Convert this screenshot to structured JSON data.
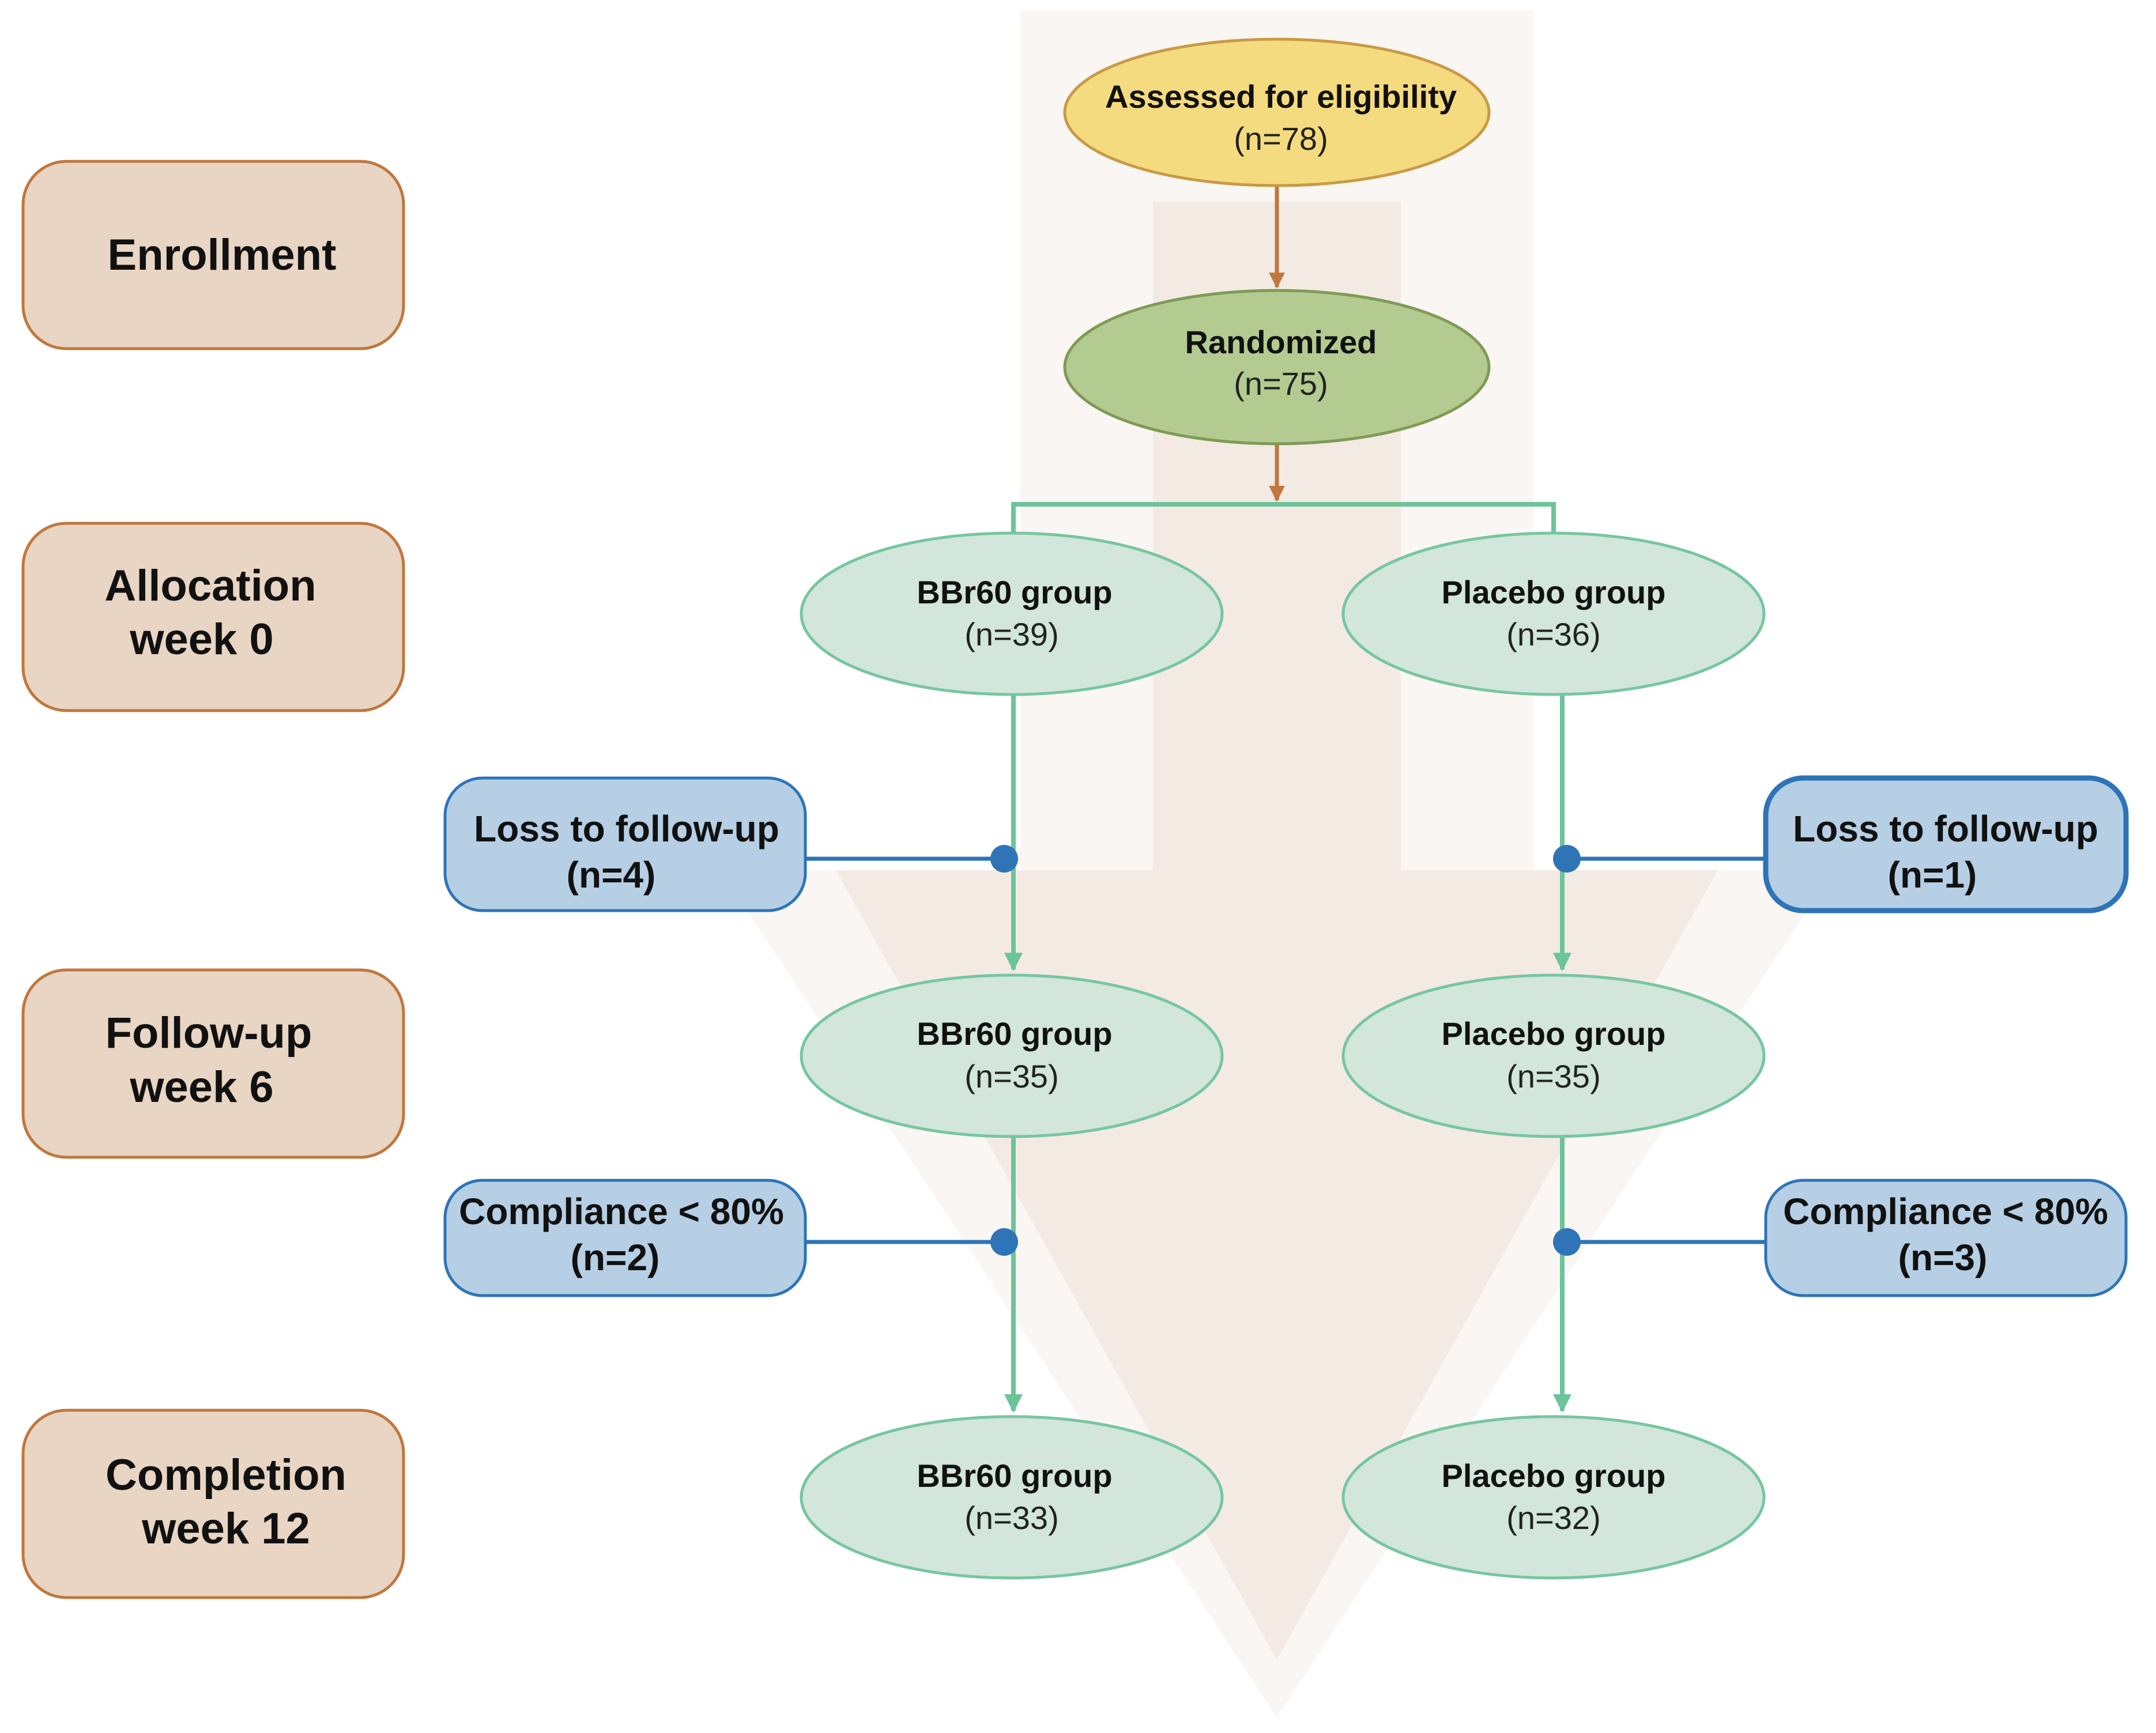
{
  "stages": {
    "enrollment": "Enrollment",
    "allocation": [
      "Allocation",
      "week 0"
    ],
    "followup": [
      "Follow-up",
      "week 6"
    ],
    "completion": [
      "Completion",
      "week 12"
    ]
  },
  "nodes": {
    "assessed": {
      "label": "Assessed for eligibility",
      "n": "(n=78)"
    },
    "randomized": {
      "label": "Randomized",
      "n": "(n=75)"
    },
    "bbr_alloc": {
      "label": "BBr60 group",
      "n": "(n=39)"
    },
    "placebo_alloc": {
      "label": "Placebo group",
      "n": "(n=36)"
    },
    "bbr_followup": {
      "label": "BBr60 group",
      "n": "(n=35)"
    },
    "placebo_followup": {
      "label": "Placebo group",
      "n": "(n=35)"
    },
    "bbr_completion": {
      "label": "BBr60 group",
      "n": "(n=33)"
    },
    "placebo_completion": {
      "label": "Placebo group",
      "n": "(n=32)"
    }
  },
  "exclusions": {
    "loss_left": {
      "label": "Loss to follow-up",
      "n": "(n=4)"
    },
    "loss_right": {
      "label": "Loss to follow-up",
      "n": "(n=1)"
    },
    "compliance_left": {
      "label": "Compliance < 80%",
      "n": "(n=2)"
    },
    "compliance_right": {
      "label": "Compliance < 80%",
      "n": "(n=3)"
    }
  },
  "colors": {
    "stage_fill": "#E8D5C3",
    "stage_stroke": "#C0773E",
    "assessed_fill": "#F5DB7F",
    "assessed_stroke": "#C99A45",
    "randomized_fill": "#B3CB90",
    "randomized_stroke": "#7E9A55",
    "group_fill": "#D2E6DB",
    "group_stroke": "#76C6A0",
    "exclusion_fill": "#B6CFE4",
    "exclusion_stroke": "#2E74B6",
    "arrow_top": "#C0773E",
    "arrow_green": "#6BC49A",
    "connector_blue": "#2E74B6",
    "background_arrow": "#F4EAE4"
  }
}
